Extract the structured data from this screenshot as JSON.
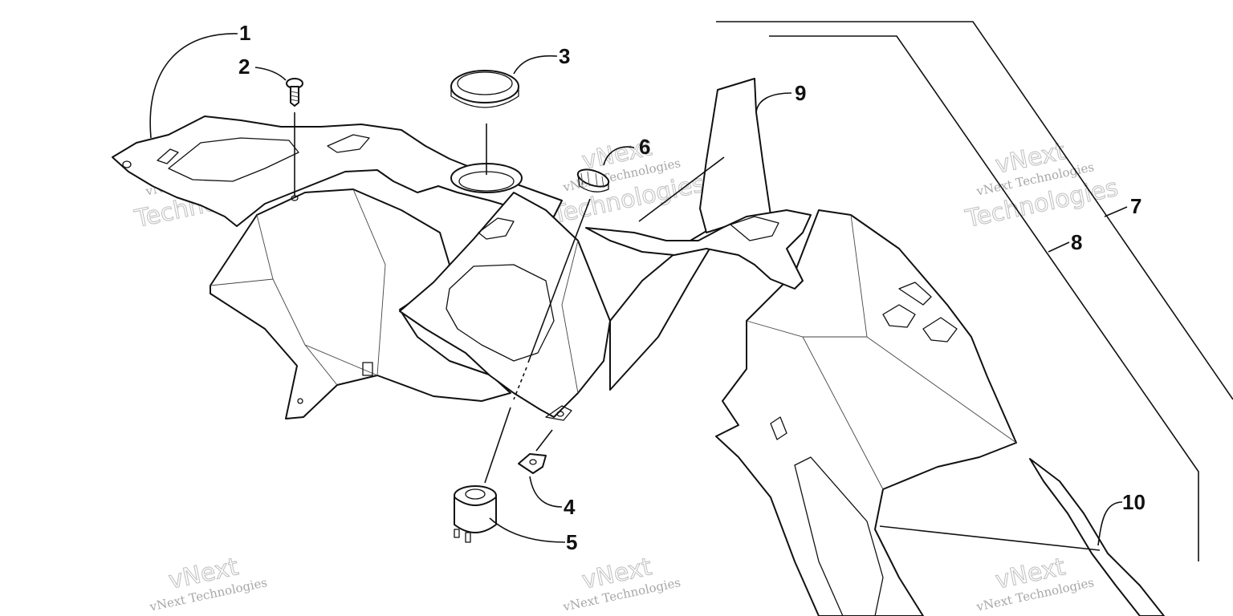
{
  "diagram": {
    "callouts": [
      {
        "id": "1",
        "label": "1"
      },
      {
        "id": "2",
        "label": "2"
      },
      {
        "id": "3",
        "label": "3"
      },
      {
        "id": "4",
        "label": "4"
      },
      {
        "id": "5",
        "label": "5"
      },
      {
        "id": "6",
        "label": "6"
      },
      {
        "id": "7",
        "label": "7"
      },
      {
        "id": "8",
        "label": "8"
      },
      {
        "id": "9",
        "label": "9"
      },
      {
        "id": "10",
        "label": "10"
      }
    ],
    "watermark": {
      "line1": "vNext Technologies",
      "word1": "vNext",
      "word2": "Technologies"
    }
  }
}
